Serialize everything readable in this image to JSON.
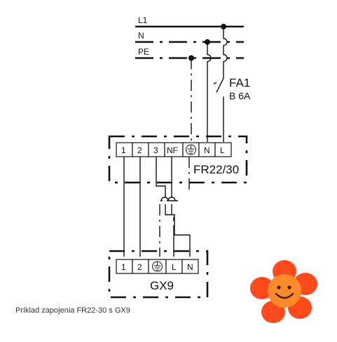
{
  "buses": {
    "l1": "L1",
    "n": "N",
    "pe": "PE"
  },
  "breaker": {
    "name": "FA1",
    "rating": "B 6A"
  },
  "controller": {
    "name": "FR22/30",
    "terminals": [
      "1",
      "2",
      "3",
      "NF",
      "",
      "N",
      "L"
    ]
  },
  "device": {
    "name": "GX9",
    "terminals": [
      "1",
      "2",
      "",
      "L",
      "N"
    ]
  },
  "caption": "Príklad zapojenia FR22-30 s GX9",
  "icons": {
    "ground": "ground-icon",
    "flower": "smiley-flower-icon"
  },
  "colors": {
    "flower_outer": "#ff4a1c",
    "flower_center": "#ff8a2a",
    "line": "#111111"
  }
}
